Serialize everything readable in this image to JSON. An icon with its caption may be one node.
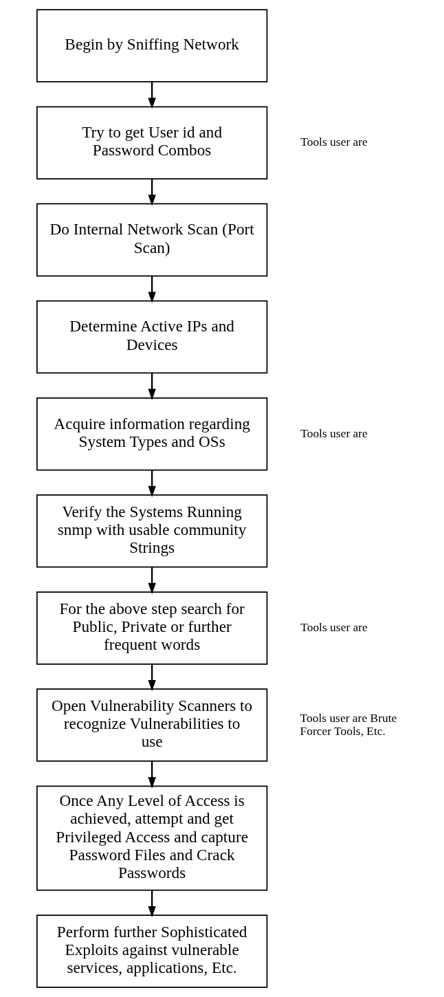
{
  "diagram": {
    "nodes": [
      {
        "text": [
          "Begin by Sniffing Network"
        ]
      },
      {
        "text": [
          "Try to get User id and Password Combos"
        ],
        "beside": [
          "Tools user are"
        ]
      },
      {
        "text": [
          "Do Internal Network Scan (Port Scan)"
        ]
      },
      {
        "text": [
          "Determine Active IPs and Devices"
        ]
      },
      {
        "text": [
          "Acquire information regarding System Types and OSs"
        ],
        "beside": [
          "Tools user are"
        ]
      },
      {
        "text": [
          "Verify the Systems Running snmp with usable community Strings"
        ]
      },
      {
        "text": [
          "For the above step search for Public, Private or further frequent words"
        ],
        "beside": [
          "Tools user are"
        ]
      },
      {
        "text": [
          "Open Vulnerability Scanners to recognize Vulnerabilities to use"
        ],
        "beside": [
          "Tools user are Brute Forcer Tools, Etc."
        ]
      },
      {
        "text": [
          "Once Any Level of Access is achieved, attempt and get Privileged Access and capture Password Files and Crack Passwords"
        ]
      },
      {
        "text": [
          "Perform further Sophisticated Exploits against vulnerable services, applications, Etc."
        ]
      }
    ],
    "edges": [
      {
        "from": 0,
        "to": 1,
        "arrow": "to"
      },
      {
        "from": 1,
        "to": 2,
        "arrow": "to"
      },
      {
        "from": 2,
        "to": 3,
        "arrow": "to"
      },
      {
        "from": 3,
        "to": 4,
        "arrow": "to"
      },
      {
        "from": 4,
        "to": 5,
        "arrow": "to"
      },
      {
        "from": 5,
        "to": 6,
        "arrow": "to"
      },
      {
        "from": 6,
        "to": 7,
        "arrow": "to"
      },
      {
        "from": 7,
        "to": 8,
        "arrow": "to"
      },
      {
        "from": 8,
        "to": 9,
        "arrow": "to"
      }
    ]
  }
}
